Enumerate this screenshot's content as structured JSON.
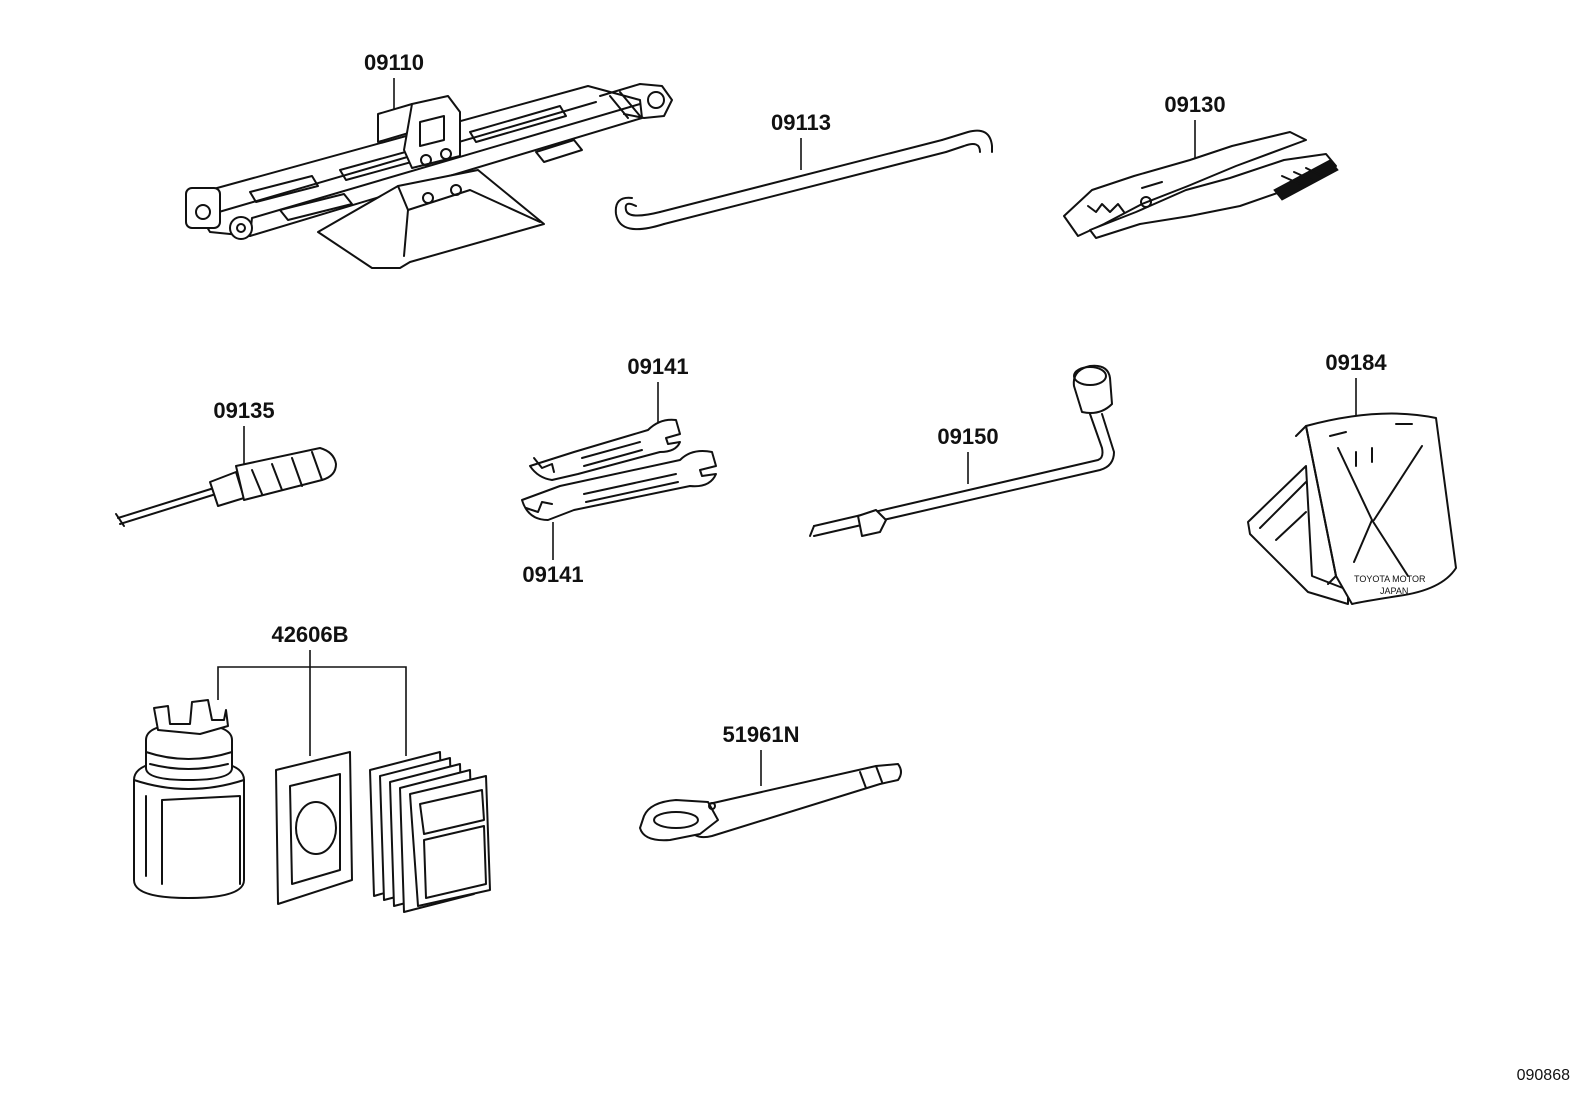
{
  "parts": [
    {
      "id": "jack",
      "label": "09110"
    },
    {
      "id": "jack-handle",
      "label": "09113"
    },
    {
      "id": "pliers",
      "label": "09130"
    },
    {
      "id": "screwdriver",
      "label": "09135"
    },
    {
      "id": "wrench-upper",
      "label": "09141"
    },
    {
      "id": "wrench-lower",
      "label": "09141"
    },
    {
      "id": "lug-wrench",
      "label": "09150"
    },
    {
      "id": "wheel-chock",
      "label": "09184"
    },
    {
      "id": "repair-kit",
      "label": "42606B"
    },
    {
      "id": "hook",
      "label": "51961N"
    }
  ],
  "chock_print": {
    "line1": "TOYOTA MOTOR",
    "line2": "JAPAN"
  },
  "figure_id": "090868"
}
